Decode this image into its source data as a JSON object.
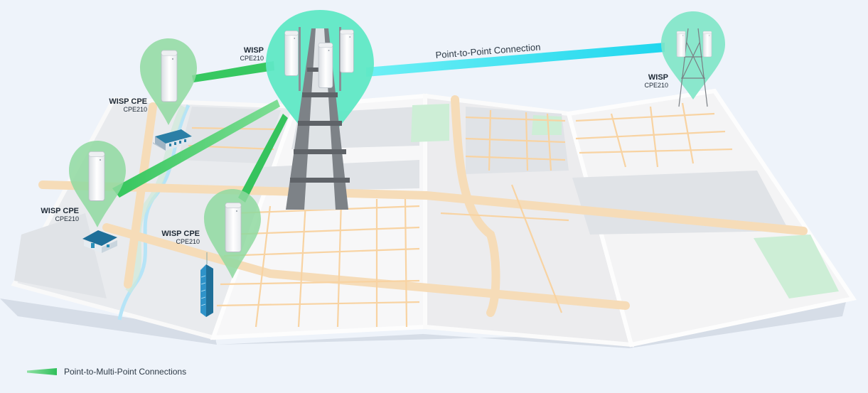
{
  "labels": {
    "tower_main": "WISP",
    "tower_sub": "CPE210",
    "remote_main": "WISP",
    "remote_sub": "CPE210",
    "cpe1_main": "WISP CPE",
    "cpe1_sub": "CPE210",
    "cpe2_main": "WISP CPE",
    "cpe2_sub": "CPE210",
    "cpe3_main": "WISP CPE",
    "cpe3_sub": "CPE210",
    "ptp": "Point-to-Point Connection"
  },
  "legend": {
    "ptmp": "Point-to-Multi-Point Connections"
  },
  "colors": {
    "background": "#eef3fa",
    "pin_green": "#8fd9a0",
    "pin_teal": "#5de8c6",
    "link_green": "#2fbf5a",
    "link_cyan": "#29e0f2",
    "road": "#f8d6a8",
    "park": "#cdeed6",
    "water": "#9fd8f4"
  },
  "icons": [
    "cpe-device-icon",
    "tower-icon",
    "building-icon",
    "house-icon",
    "skyscraper-icon",
    "map-pin-icon"
  ]
}
